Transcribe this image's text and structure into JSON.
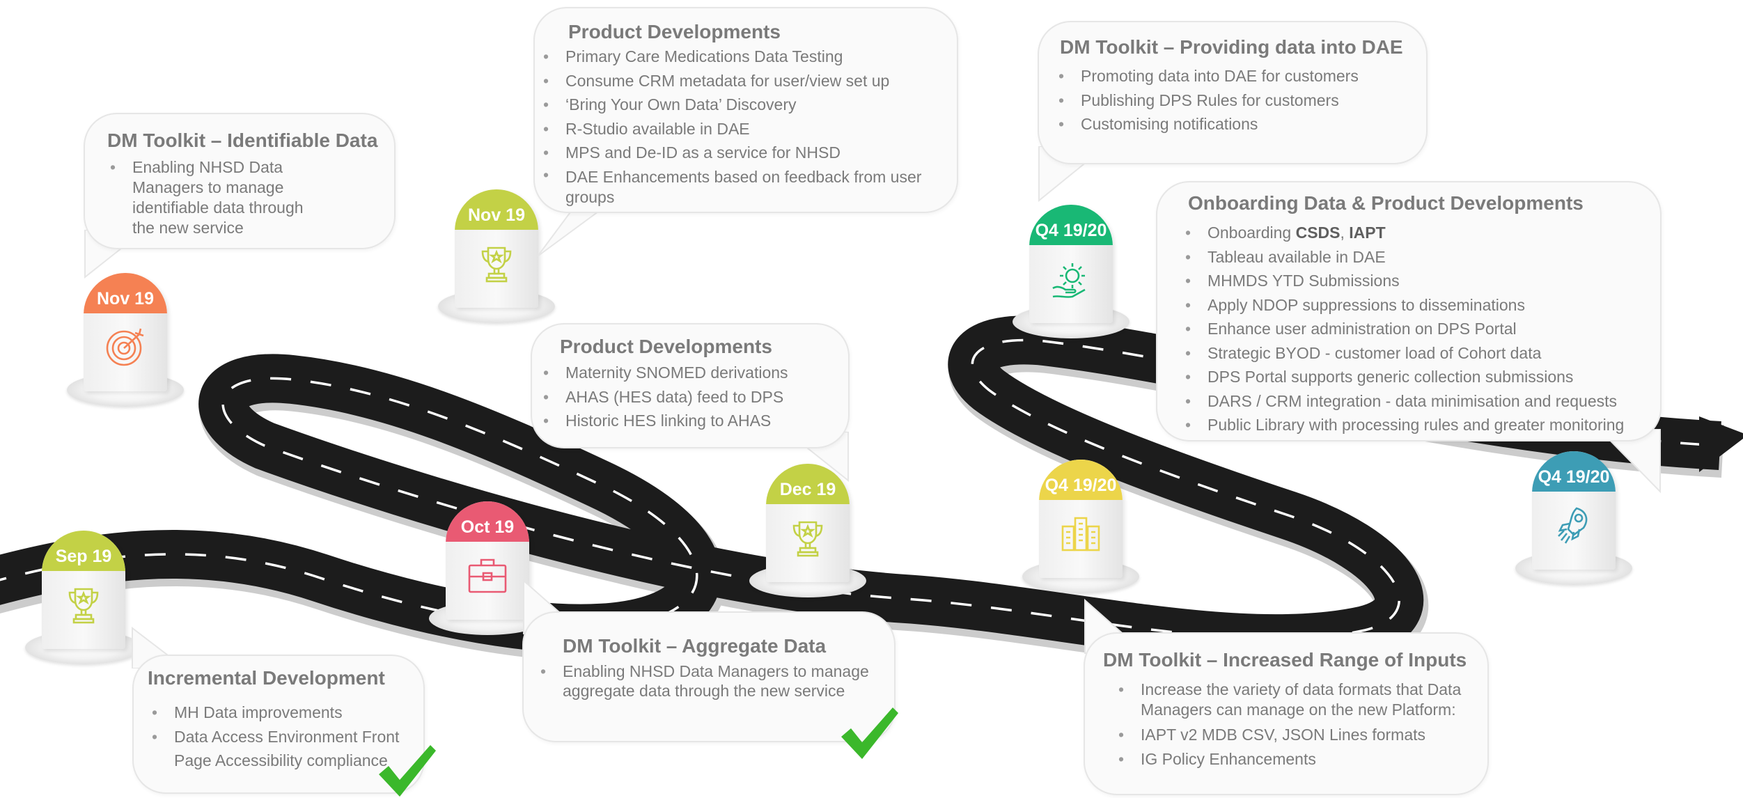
{
  "colors": {
    "lime": "#c3d146",
    "orange": "#f58153",
    "pink": "#e95a73",
    "green": "#19b875",
    "yellow": "#ecd54a",
    "teal": "#3d9db5",
    "road": "#1c1c1c",
    "road_marking": "#ffffff",
    "check": "#3bb82b"
  },
  "milestones": [
    {
      "id": "sep19",
      "label": "Sep 19",
      "color": "lime",
      "icon": "trophy-icon"
    },
    {
      "id": "nov19a",
      "label": "Nov 19",
      "color": "orange",
      "icon": "target-icon"
    },
    {
      "id": "nov19b",
      "label": "Nov 19",
      "color": "lime",
      "icon": "trophy-icon"
    },
    {
      "id": "oct19",
      "label": "Oct 19",
      "color": "pink",
      "icon": "briefcase-icon"
    },
    {
      "id": "dec19",
      "label": "Dec 19",
      "color": "lime",
      "icon": "trophy-icon"
    },
    {
      "id": "q4a",
      "label": "Q4 19/20",
      "color": "green",
      "icon": "gear-hand-icon"
    },
    {
      "id": "q4b",
      "label": "Q4 19/20",
      "color": "yellow",
      "icon": "buildings-icon"
    },
    {
      "id": "q4c",
      "label": "Q4 19/20",
      "color": "teal",
      "icon": "rocket-icon"
    }
  ],
  "callouts": [
    {
      "id": "incremental",
      "title": "Incremental Development",
      "items": [
        "MH Data improvements",
        "Data Access Environment Front Page Accessibility compliance"
      ],
      "completed": true
    },
    {
      "id": "identifiable",
      "title": "DM Toolkit – Identifiable Data",
      "items": [
        "Enabling NHSD Data Managers to manage identifiable data through the new service"
      ],
      "completed": false
    },
    {
      "id": "product1",
      "title": "Product Developments",
      "items": [
        "Primary Care Medications Data Testing",
        "Consume CRM metadata for user/view set up",
        "‘Bring Your Own Data’ Discovery",
        "R-Studio available in DAE",
        "MPS and De-ID as a service for NHSD",
        "DAE Enhancements based on feedback from user groups"
      ],
      "completed": false
    },
    {
      "id": "aggregate",
      "title": "DM Toolkit – Aggregate Data",
      "items": [
        "Enabling NHSD Data Managers to manage aggregate data through the new service"
      ],
      "completed": true
    },
    {
      "id": "product2",
      "title": "Product Developments",
      "items": [
        "Maternity SNOMED derivations",
        "AHAS (HES data) feed to DPS",
        "Historic HES linking to AHAS"
      ],
      "completed": false
    },
    {
      "id": "providing",
      "title": "DM Toolkit – Providing data into DAE",
      "items": [
        "Promoting data into DAE for customers",
        "Publishing DPS Rules for customers",
        "Customising notifications"
      ],
      "completed": false
    },
    {
      "id": "onboarding",
      "title": "Onboarding Data & Product Developments",
      "first_item": {
        "prefix": "Onboarding ",
        "bold1": "CSDS",
        "sep": ", ",
        "bold2": "IAPT"
      },
      "items": [
        "Tableau available in DAE",
        "MHMDS YTD Submissions",
        "Apply NDOP suppressions to disseminations",
        "Enhance user administration on DPS Portal",
        "Strategic BYOD - customer load of Cohort data",
        "DPS Portal supports generic collection submissions",
        "DARS / CRM integration - data minimisation and requests",
        "Public Library with processing rules and greater monitoring"
      ],
      "completed": false
    },
    {
      "id": "inputs",
      "title": "DM Toolkit – Increased Range of Inputs",
      "items": [
        "Increase the variety of data formats that Data Managers can manage on the new Platform:",
        "IAPT v2 MDB CSV, JSON Lines formats",
        "IG Policy Enhancements"
      ],
      "completed": false
    }
  ]
}
